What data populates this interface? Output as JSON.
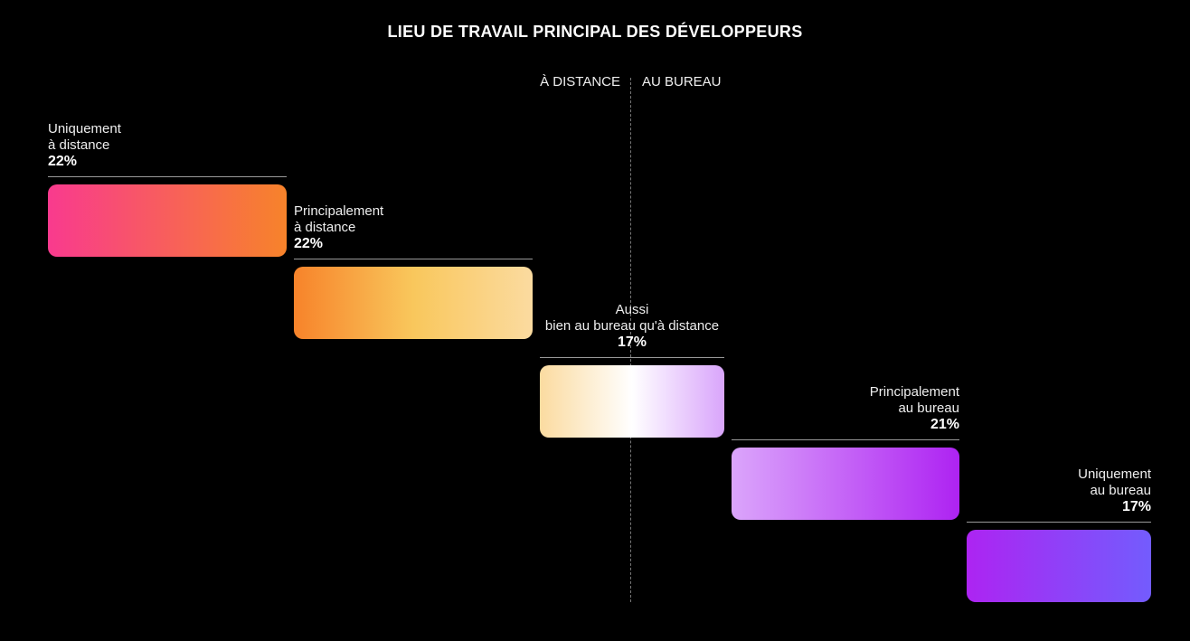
{
  "chart_data": {
    "type": "bar",
    "title": "LIEU DE TRAVAIL PRINCIPAL DES DÉVELOPPEURS",
    "axis_labels": {
      "left": "À DISTANCE",
      "right": "AU BUREAU"
    },
    "unit": "%",
    "categories": [
      {
        "line1": "Uniquement",
        "line2": "à distance",
        "value": 22,
        "value_label": "22%",
        "colors": [
          "#f93a8e",
          "#f7832a"
        ]
      },
      {
        "line1": "Principalement",
        "line2": "à distance",
        "value": 22,
        "value_label": "22%",
        "colors": [
          "#f7832a",
          "#f9c75c",
          "#fbdba0"
        ]
      },
      {
        "line1": "Aussi",
        "line2": "bien au bureau qu'à distance",
        "value": 17,
        "value_label": "17%",
        "colors": [
          "#fbdba0",
          "#ffffff",
          "#d9a5fb"
        ]
      },
      {
        "line1": "Principalement",
        "line2": "au bureau",
        "value": 21,
        "value_label": "21%",
        "colors": [
          "#dba5fb",
          "#ae23f2"
        ]
      },
      {
        "line1": "Uniquement",
        "line2": "au bureau",
        "value": 17,
        "value_label": "17%",
        "colors": [
          "#ad24f2",
          "#735cfd"
        ]
      }
    ]
  }
}
